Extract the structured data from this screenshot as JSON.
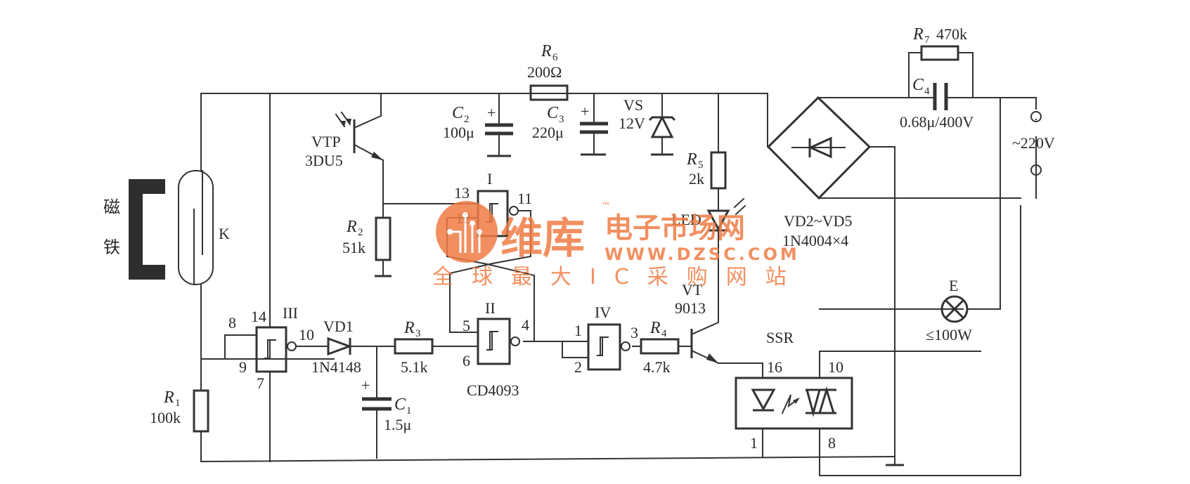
{
  "diagram": {
    "title": "Reed switch + photo-transistor light control circuit (CD4093)",
    "magnet": {
      "label_line1": "磁",
      "label_line2": "铁"
    },
    "reed_switch": {
      "label": "K"
    },
    "photo_transistor": {
      "name": "VTP",
      "part": "3DU5"
    },
    "resistors": [
      {
        "ref": "R",
        "sub": "1",
        "value": "100k"
      },
      {
        "ref": "R",
        "sub": "2",
        "value": "51k"
      },
      {
        "ref": "R",
        "sub": "3",
        "value": "5.1k"
      },
      {
        "ref": "R",
        "sub": "4",
        "value": "4.7k"
      },
      {
        "ref": "R",
        "sub": "5",
        "value": "2k"
      },
      {
        "ref": "R",
        "sub": "6",
        "value": "200Ω"
      },
      {
        "ref": "R",
        "sub": "7",
        "value": "470k"
      }
    ],
    "capacitors": [
      {
        "ref": "C",
        "sub": "1",
        "value": "1.5μ",
        "polarity": "+"
      },
      {
        "ref": "C",
        "sub": "2",
        "value": "100μ",
        "polarity": "+"
      },
      {
        "ref": "C",
        "sub": "3",
        "value": "220μ",
        "polarity": "+"
      },
      {
        "ref": "C",
        "sub": "4",
        "value": "0.68μ/400V"
      }
    ],
    "zener": {
      "name": "VS",
      "value": "12V"
    },
    "diode_vd1": {
      "name": "VD1",
      "part": "1N4148"
    },
    "bridge": {
      "name": "VD2~VD5",
      "part": "1N4004×4"
    },
    "led": {
      "name": "LED"
    },
    "transistor_vt": {
      "name": "VT",
      "part": "9013"
    },
    "ic": {
      "part": "CD4093"
    },
    "gates": [
      {
        "name": "I",
        "pins": [
          "13",
          "12",
          "11"
        ]
      },
      {
        "name": "II",
        "pins": [
          "5",
          "6",
          "4"
        ]
      },
      {
        "name": "III",
        "pins": [
          "8",
          "9",
          "10",
          "14",
          "7"
        ]
      },
      {
        "name": "IV",
        "pins": [
          "1",
          "2",
          "3"
        ]
      }
    ],
    "ssr": {
      "name": "SSR",
      "pins": [
        "16",
        "1",
        "10",
        "8"
      ]
    },
    "lamp": {
      "name": "E",
      "rating": "≤100W"
    },
    "mains": {
      "label": "~220V"
    }
  },
  "watermark": {
    "brand": "维库",
    "brand_suffix": "电子市场网",
    "tm": "™",
    "url": "WWW.DZSC.COM",
    "slogan": "全球最大IC采购网站",
    "color": "#f07c45"
  }
}
